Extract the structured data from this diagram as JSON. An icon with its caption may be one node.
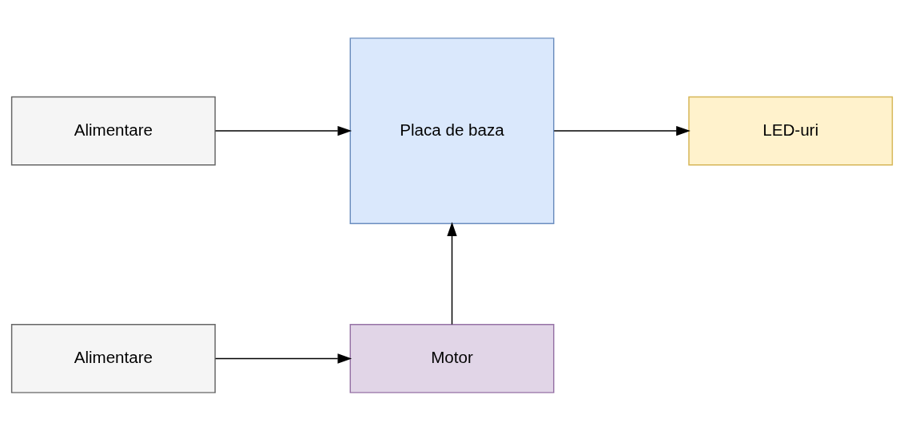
{
  "diagram": {
    "nodes": [
      {
        "text": [
          "Alimentare"
        ]
      },
      {
        "text": [
          "Placa de baza"
        ]
      },
      {
        "text": [
          "LED-uri"
        ]
      },
      {
        "text": [
          "Alimentare"
        ]
      },
      {
        "text": [
          "Motor"
        ]
      }
    ],
    "edges": [
      {
        "from": 0,
        "to": 1,
        "arrow": "to"
      },
      {
        "from": 1,
        "to": 2,
        "arrow": "to"
      },
      {
        "from": 4,
        "to": 1,
        "arrow": "to"
      },
      {
        "from": 3,
        "to": 4,
        "arrow": "to"
      }
    ]
  }
}
